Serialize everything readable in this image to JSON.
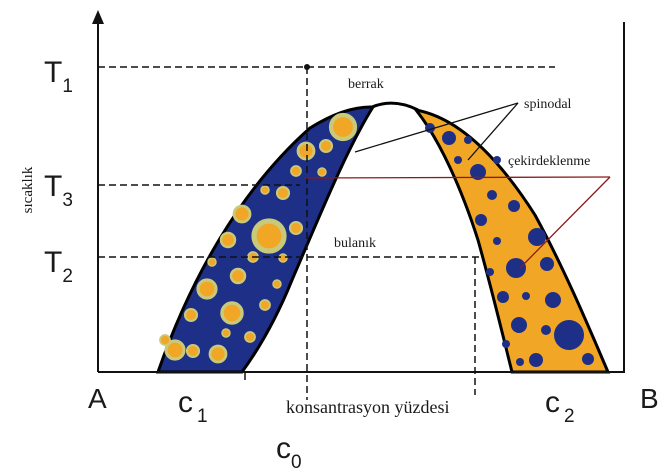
{
  "axes": {
    "y_axis_label": "sıcaklık",
    "origin_label": "A",
    "end_label": "B",
    "x_axis_label": "konsantrasyon yüzdesi"
  },
  "temperatures": {
    "t1": {
      "main": "T",
      "sub": "1"
    },
    "t3": {
      "main": "T",
      "sub": "3"
    },
    "t2": {
      "main": "T",
      "sub": "2"
    }
  },
  "compositions": {
    "c1": {
      "main": "c",
      "sub": "1"
    },
    "c0": {
      "main": "c",
      "sub": "0"
    },
    "c2": {
      "main": "c",
      "sub": "2"
    }
  },
  "regions": {
    "clear": "berrak",
    "turbid": "bulanık"
  },
  "annotations": {
    "spinodal": "spinodal",
    "nucleation": "çekirdeklenme"
  },
  "colors": {
    "blue_region": "#1d2f86",
    "orange_region": "#f2a626",
    "leader_line": "#8b1b1b",
    "axis": "#111111"
  }
}
